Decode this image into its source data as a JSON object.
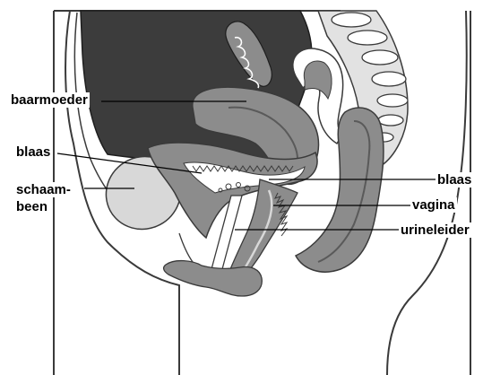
{
  "labels": {
    "uterus": "baarmoeder",
    "bladder_left": "blaas",
    "pubic_bone_line1": "schaam-",
    "pubic_bone_line2": "been",
    "bladder_right": "blaas",
    "vagina": "vagina",
    "urethra": "urineleider"
  },
  "colors": {
    "background": "#ffffff",
    "outline": "#3a3a3a",
    "abdominal_cavity": "#3c3c3c",
    "organ_medium": "#8c8c8c",
    "organ_light": "#b4b4b4",
    "bone": "#d8d8d8",
    "label_text": "#000000"
  }
}
